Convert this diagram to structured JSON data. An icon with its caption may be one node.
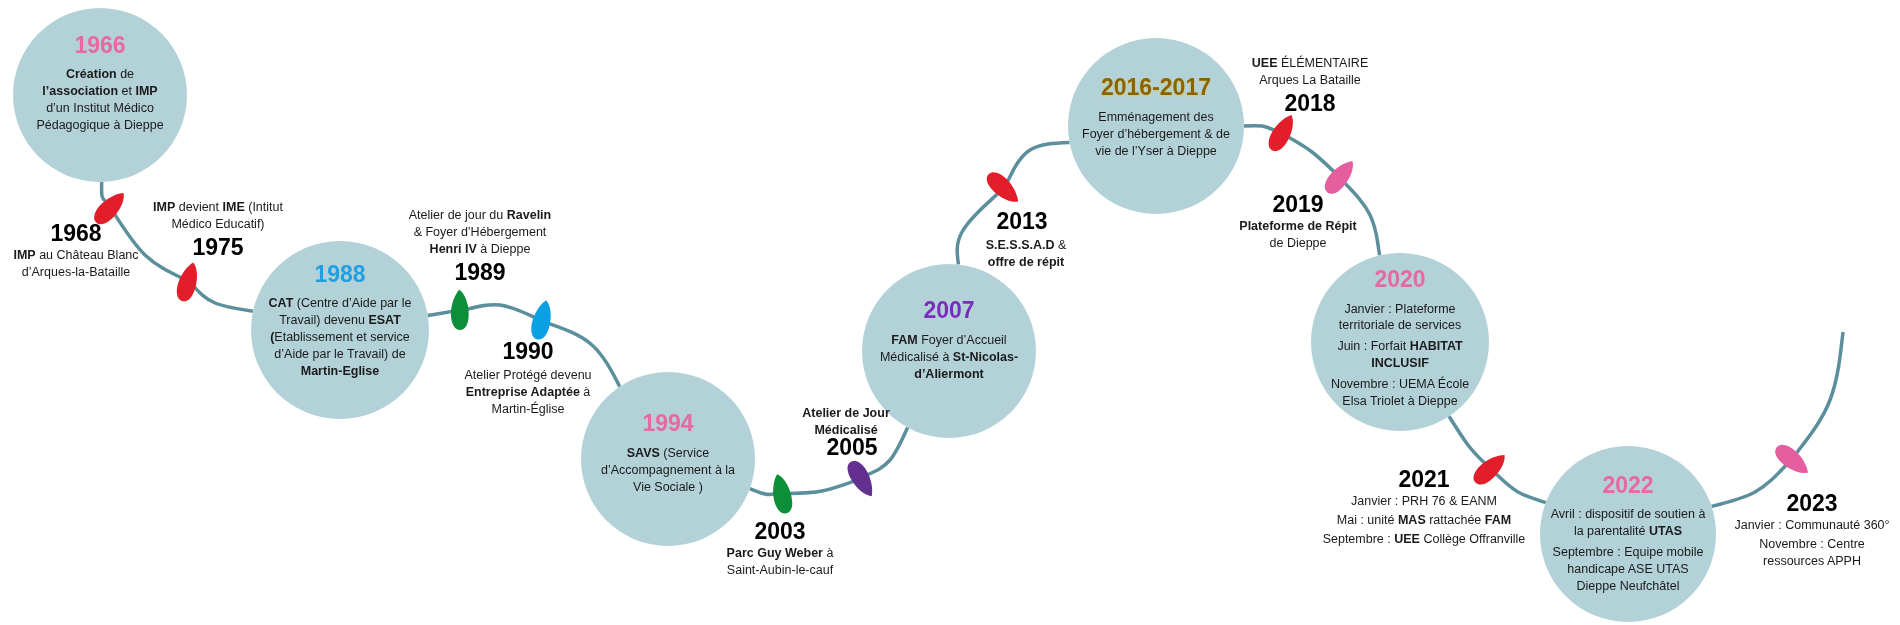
{
  "diagram": {
    "nodes": [
      {
        "text": [
          "1966",
          "**Création** de **l’association** et **IMP** d’un Institut Médico Pédagogique à Dieppe"
        ]
      },
      {
        "text": [],
        "shape": "leaf",
        "beside": [
          "1968",
          "**IMP** au Château Blanc d’Arques-la-Bataille"
        ]
      },
      {
        "text": [],
        "shape": "leaf",
        "beside": [
          "**IMP** devient **IME** (Intitut Médico Educatif)",
          "1975"
        ]
      },
      {
        "text": [
          "1988",
          "**CAT** (Centre d’Aide par le Travail) devenu **ESAT (**Etablissement et service d’Aide par le Travail) de **Martin-Eglise**"
        ]
      },
      {
        "text": [],
        "shape": "leaf",
        "beside": [
          "Atelier de jour du **Ravelin** & Foyer d’Hébergement **Henri IV** à Dieppe",
          "1989"
        ]
      },
      {
        "text": [],
        "shape": "leaf",
        "beside": [
          "1990"
        ]
      },
      {
        "text": [
          "1994",
          "**SAVS** (Service d’Accompagnement à la Vie Sociale )"
        ]
      },
      {
        "text": [],
        "shape": "leaf",
        "beside": [
          "2003",
          "**Parc Guy Weber** à Saint-Aubin-le-cauf"
        ]
      },
      {
        "text": [],
        "shape": "leaf",
        "beside": [
          "2005"
        ]
      },
      {
        "text": [
          "2007",
          "**FAM** Foyer d’Accueil Médicalisé à **St-Nicolas-d’Aliermont**"
        ]
      },
      {
        "text": [],
        "shape": "leaf",
        "beside": [
          "2013"
        ]
      },
      {
        "text": [
          "2016-2017",
          "Emménagement des Foyer d’hébergement & de vie de l’Yser à Dieppe"
        ]
      },
      {
        "text": [],
        "shape": "leaf",
        "beside": [
          "**UEE** ÉLÉMENTAIRE Arques La Bataille",
          "2018"
        ]
      },
      {
        "text": [],
        "shape": "leaf",
        "beside": [
          "2019",
          "**Plateforme de Répit** de Dieppe"
        ]
      },
      {
        "text": [
          "2020",
          "Janvier : Plateforme territoriale de services",
          "Juin : Forfait **HABITAT INCLUSIF**",
          "Novembre : UEMA École Elsa Triolet à Dieppe"
        ]
      },
      {
        "text": [],
        "shape": "leaf",
        "beside": [
          "2021",
          "Janvier : PRH 76 & EANM",
          "Mai : unité **MAS** rattachée **FAM**",
          "Septembre : **UEE** Collège Offranville"
        ]
      },
      {
        "text": [
          "2022",
          "Avril : dispositif de soutien à la parentalité **UTAS**",
          "Septembre : Equipe mobile handicape ASE UTAS Dieppe Neufchâtel"
        ]
      },
      {
        "text": [],
        "shape": "leaf",
        "beside": [
          "2023",
          "Janvier : Communauté 360°",
          "Novembre : Centre ressources APPH"
        ]
      }
    ],
    "edges": [
      {
        "from": 0,
        "to": 1,
        "arrow": "none"
      },
      {
        "from": 1,
        "to": 2,
        "arrow": "none"
      },
      {
        "from": 2,
        "to": 3,
        "arrow": "none"
      },
      {
        "from": 3,
        "to": 4,
        "arrow": "none"
      },
      {
        "from": 4,
        "to": 5,
        "arrow": "none"
      },
      {
        "from": 5,
        "to": 6,
        "arrow": "none"
      },
      {
        "from": 6,
        "to": 7,
        "arrow": "none"
      },
      {
        "from": 7,
        "to": 8,
        "arrow": "none"
      },
      {
        "from": 8,
        "to": 9,
        "arrow": "none"
      },
      {
        "from": 9,
        "to": 10,
        "arrow": "none"
      },
      {
        "from": 10,
        "to": 11,
        "arrow": "none"
      },
      {
        "from": 11,
        "to": 12,
        "arrow": "none"
      },
      {
        "from": 12,
        "to": 13,
        "arrow": "none"
      },
      {
        "from": 13,
        "to": 14,
        "arrow": "none"
      },
      {
        "from": 14,
        "to": 15,
        "arrow": "none"
      },
      {
        "from": 15,
        "to": 16,
        "arrow": "none"
      },
      {
        "from": 16,
        "to": 17,
        "arrow": "none"
      },
      {
        "from": 17,
        "to": null,
        "arrow": "none"
      }
    ],
    "labels": [
      "Atelier Protégé devenu **Entreprise Adaptée** à Martin-Église",
      "Atelier de Jour Médicalisé",
      "**S.E.S.S.A.D** & **offre de répit**"
    ]
  }
}
